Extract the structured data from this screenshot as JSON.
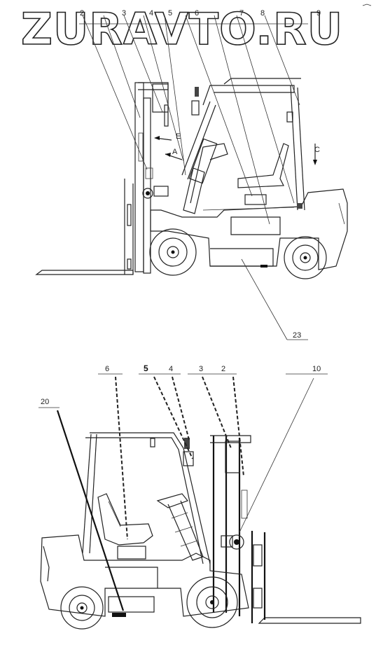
{
  "watermark": "ZURAVTO.RU",
  "top_diagram": {
    "callouts": [
      "2",
      "3",
      "4",
      "5",
      "6",
      "7",
      "8",
      "9",
      "23"
    ],
    "view_markers": [
      "A",
      "E",
      "C"
    ]
  },
  "bottom_diagram": {
    "callouts": [
      "6",
      "5",
      "4",
      "3",
      "2",
      "10",
      "20"
    ]
  }
}
